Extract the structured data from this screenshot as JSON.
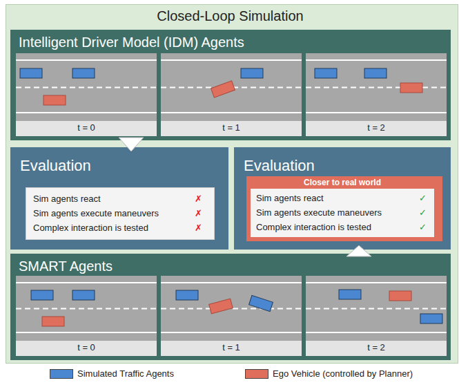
{
  "diagram": {
    "nodes": [
      {
        "text": [
          "Closed-Loop Simulation"
        ]
      },
      {
        "text": [
          "Intelligent Driver Model (IDM) Agents"
        ],
        "in": 0
      },
      {
        "text": [
          "t = 0"
        ],
        "in": 1
      },
      {
        "text": [
          "t = 1"
        ],
        "in": 1
      },
      {
        "text": [
          "t = 2"
        ],
        "in": 1
      },
      {
        "text": [
          "Evaluation"
        ],
        "in": 0
      },
      {
        "text": [
          "Sim agents react",
          "✗",
          "Sim agents execute maneuvers",
          "✗",
          "Complex interaction is tested",
          "✗"
        ],
        "in": 5
      },
      {
        "text": [
          "Evaluation"
        ],
        "in": 0
      },
      {
        "text": [
          "Closer to real world",
          "Sim agents react",
          "✓",
          "Sim agents execute maneuvers",
          "✓",
          "Complex interaction is tested",
          "✓"
        ],
        "in": 7
      },
      {
        "text": [
          "SMART Agents"
        ],
        "in": 0
      },
      {
        "text": [
          "t = 0"
        ],
        "in": 9
      },
      {
        "text": [
          "t = 1"
        ],
        "in": 9
      },
      {
        "text": [
          "t = 2"
        ],
        "in": 9
      }
    ],
    "edges": [
      {
        "from": 1,
        "to": 5,
        "arrow": "to"
      },
      {
        "from": 9,
        "to": 7,
        "arrow": "to"
      }
    ],
    "legend": [
      {
        "text": "Simulated Traffic Agents",
        "color": "#4a87d0"
      },
      {
        "text": "Ego Vehicle (controlled by Planner)",
        "color": "#e06e5c"
      }
    ]
  }
}
